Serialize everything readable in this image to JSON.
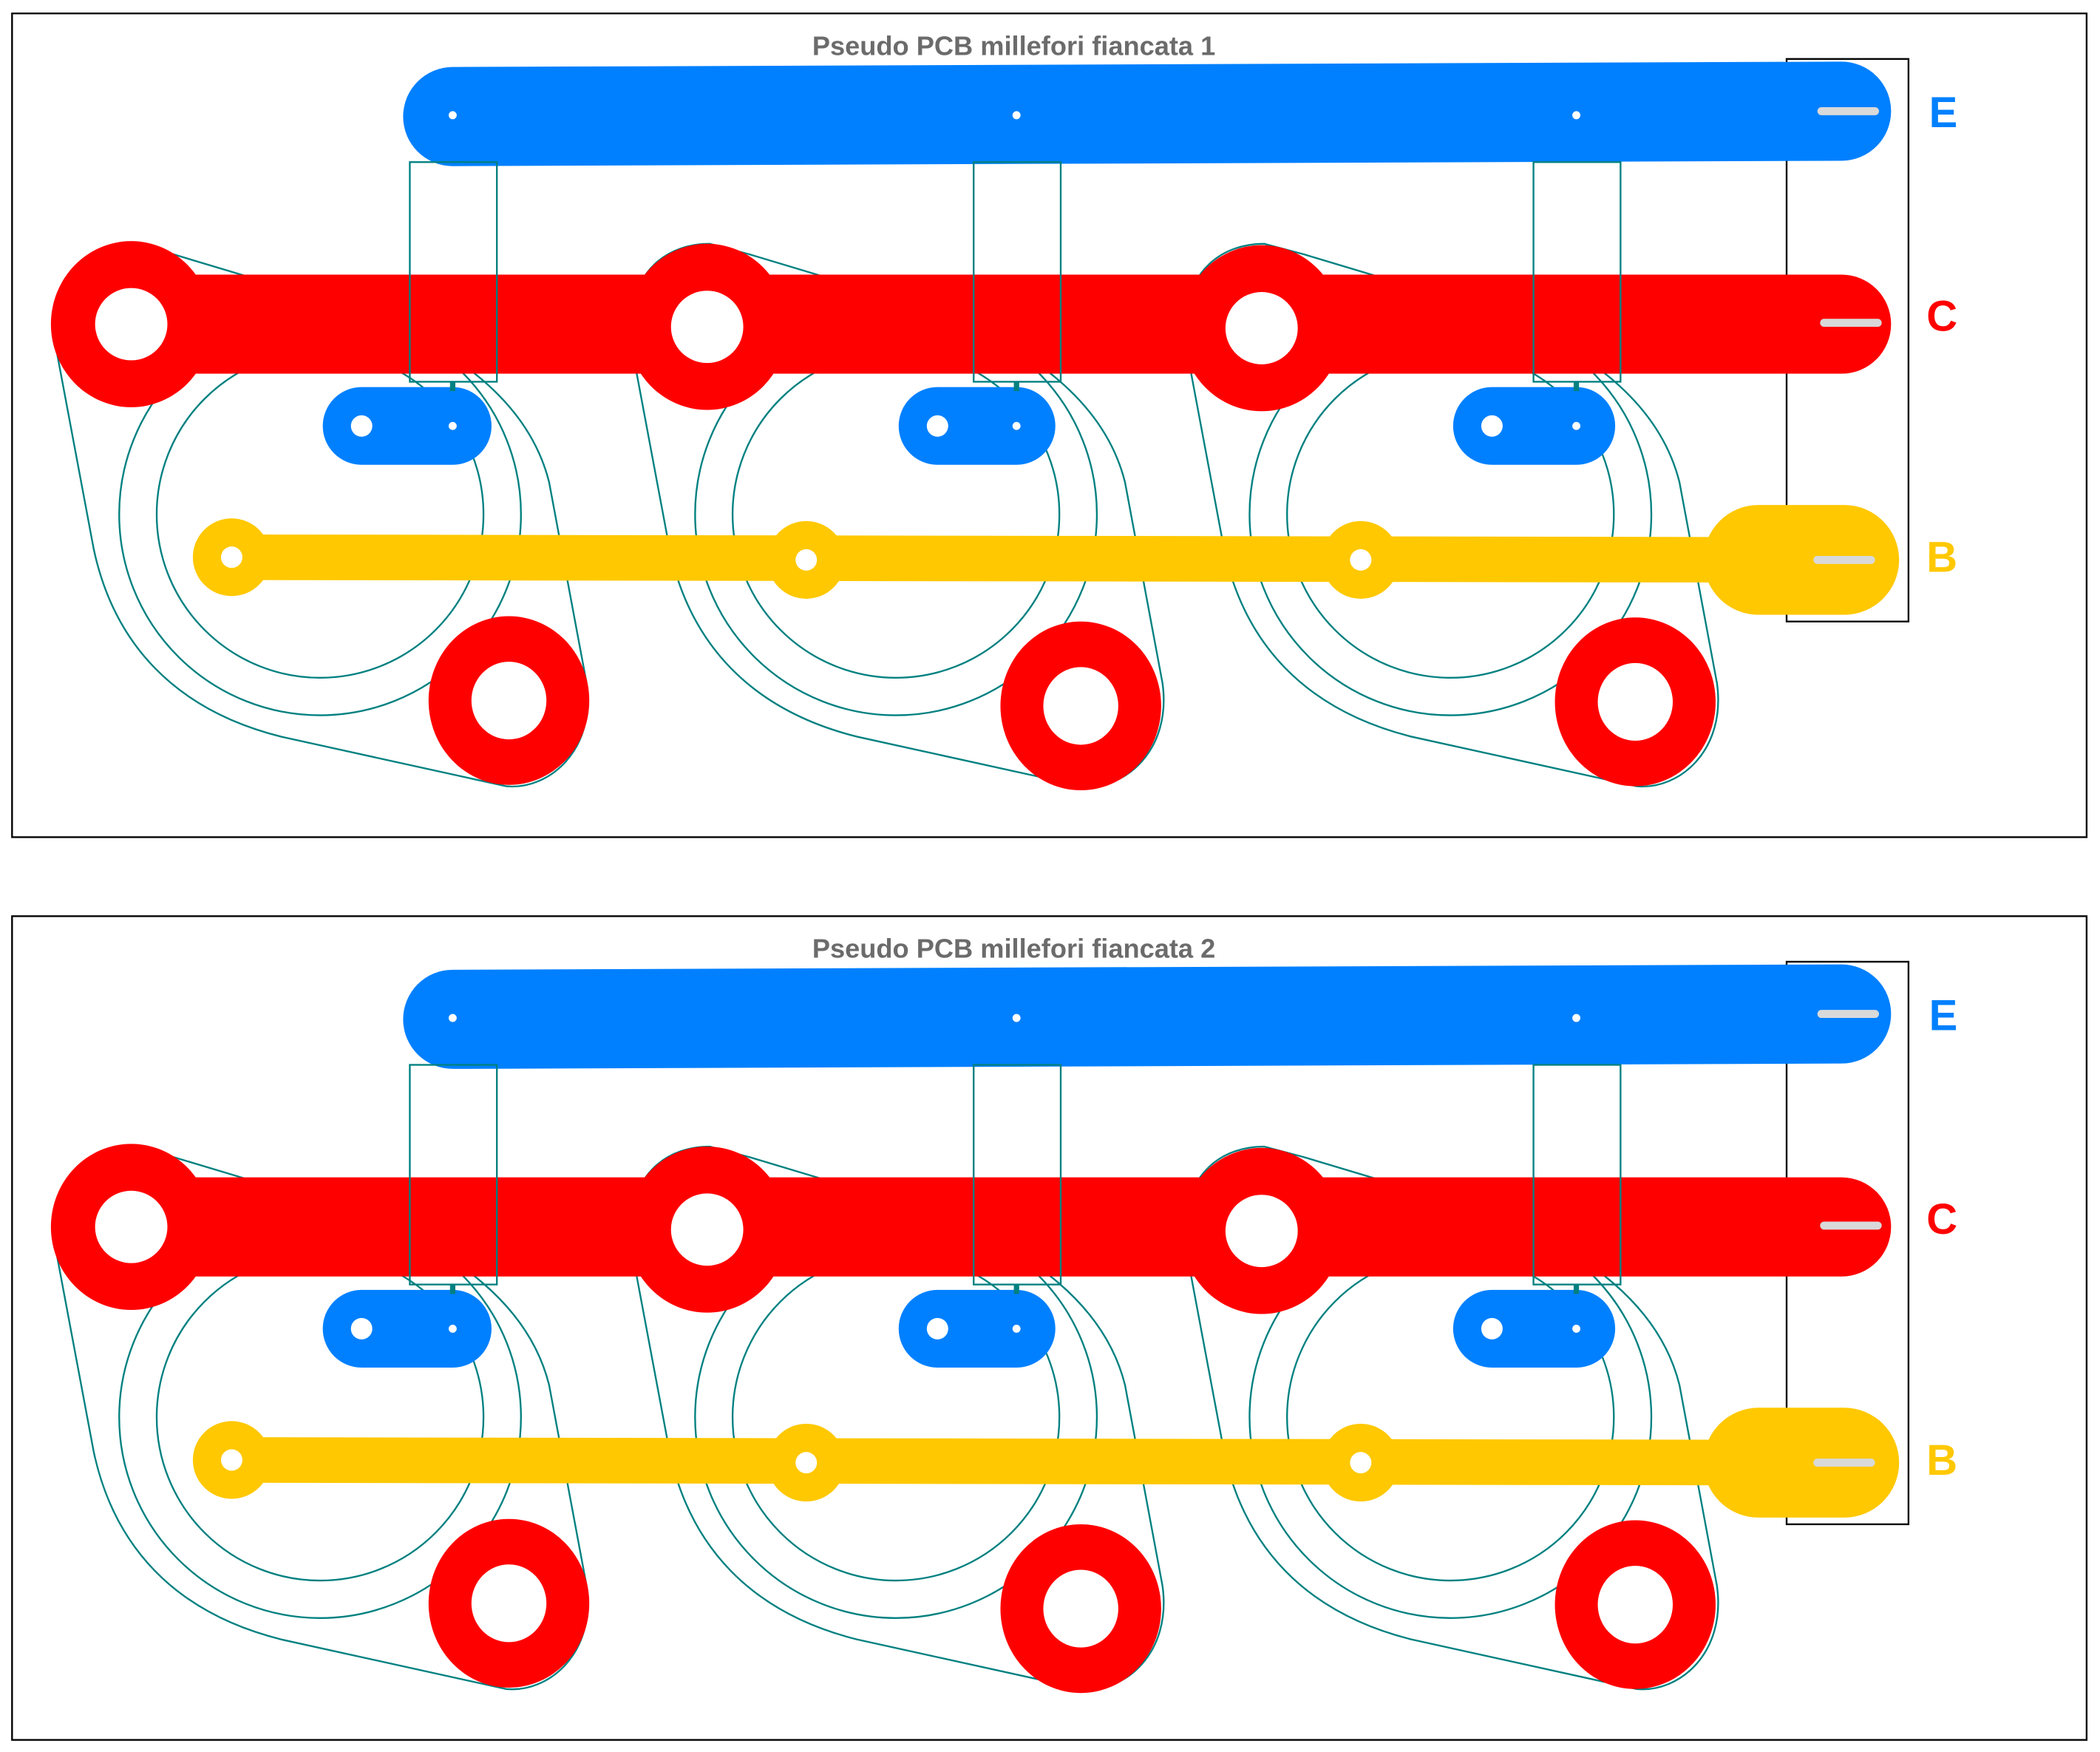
{
  "panels": [
    {
      "title": "Pseudo PCB millefori fiancata 1"
    },
    {
      "title": "Pseudo PCB millefori fiancata 2"
    }
  ],
  "net_labels": {
    "emitter": "E",
    "collector": "C",
    "base": "B"
  },
  "colors": {
    "emitter": "#0080ff",
    "collector": "#ff0000",
    "base": "#ffc800",
    "outline": "#008080",
    "frame": "#000000",
    "end_mark": "#d9d9d9"
  },
  "transistor_count_per_panel": 3
}
